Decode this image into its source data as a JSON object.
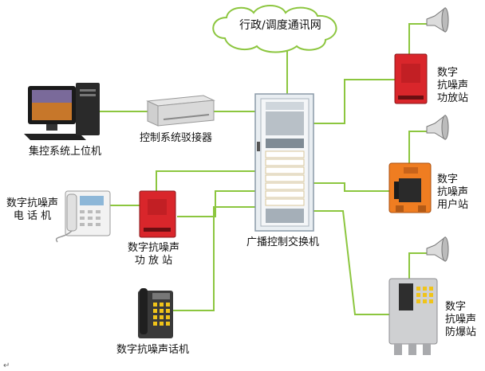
{
  "network": {
    "cloud_label": "行政/调度通讯网"
  },
  "nodes": {
    "host_pc": "集控系统上位机",
    "connector": "控制系统驳接器",
    "exchange": "广播控制交换机",
    "phone_left": [
      "数字抗噪声",
      "电 话 机"
    ],
    "amp_left": [
      "数字抗噪声",
      "功 放 站"
    ],
    "handset_bottom": "数字抗噪声话机",
    "amp_right": [
      "数字",
      "抗噪声",
      "功放站"
    ],
    "user_right": [
      "数字",
      "抗噪声",
      "用户站"
    ],
    "explosion_right": [
      "数字",
      "抗噪声",
      "防爆站"
    ]
  },
  "colors": {
    "link": "#8cc63f",
    "cabinet": "#e9eef2",
    "red_box": "#d9262b",
    "orange_box": "#ef7d21"
  }
}
